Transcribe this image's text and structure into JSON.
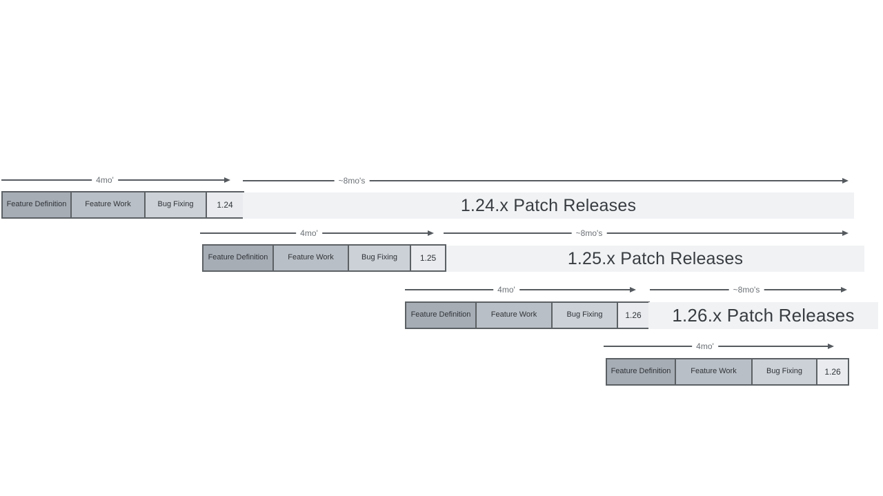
{
  "diagram": {
    "phase_labels": [
      "Feature Definition",
      "Feature Work",
      "Bug Fixing"
    ],
    "arrow_labels": {
      "four_mo": "4mo'",
      "eight_mo": "~8mo's"
    },
    "rows": [
      {
        "version": "1.24",
        "banner_text": "1.24.x Patch Releases"
      },
      {
        "version": "1.25",
        "banner_text": "1.25.x Patch Releases"
      },
      {
        "version": "1.26",
        "banner_text": "1.26.x Patch Releases"
      },
      {
        "version": "1.26",
        "banner_text": ""
      }
    ]
  },
  "colors": {
    "feature_definition_fill": "#a7adb5",
    "feature_work_fill": "#b9bfc6",
    "bug_fixing_fill": "#ccd1d7",
    "version_fill": "#e9ebee",
    "banner_fill": "#f0f2f4",
    "box_border": "#5b6064",
    "arrow": "#555a5f",
    "label_text": "#6b7075",
    "box_text": "#2f3338",
    "banner_text": "#393d41"
  }
}
